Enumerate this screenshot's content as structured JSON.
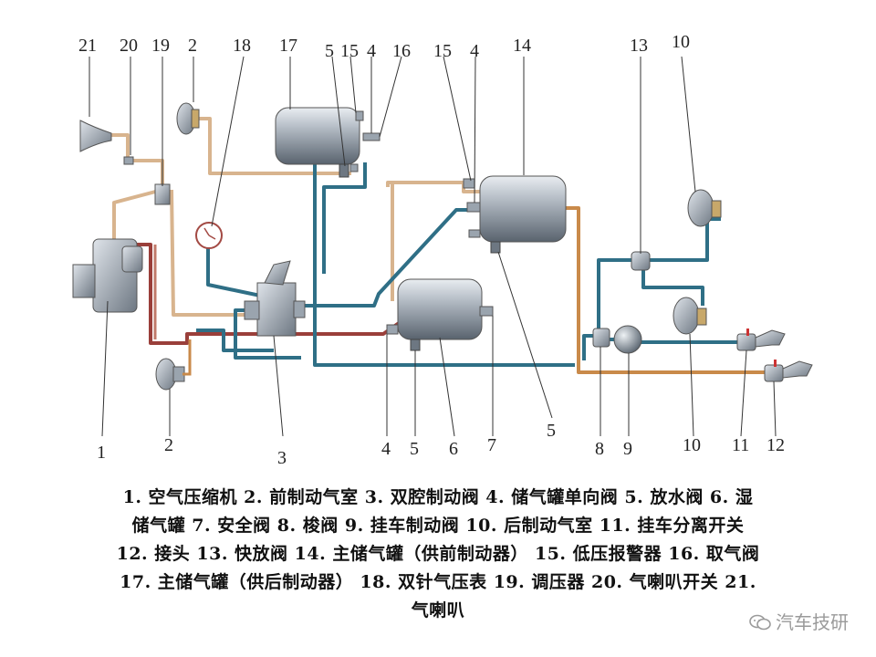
{
  "numbers_top": [
    "21",
    "20",
    "19",
    "2",
    "18",
    "17",
    "5",
    "15",
    "4",
    "16",
    "15",
    "4",
    "14",
    "13",
    "10"
  ],
  "numbers_bottom": [
    "1",
    "2",
    "3",
    "4",
    "5",
    "6",
    "7",
    "5",
    "8",
    "9",
    "10",
    "11",
    "12"
  ],
  "legend": [
    "1. 空气压缩机 2. 前制动气室 3. 双腔制动阀 4. 储气罐单向阀 5. 放水阀 6. 湿",
    "储气罐 7. 安全阀 8. 梭阀 9. 挂车制动阀 10. 后制动气室 11. 挂车分离开关",
    "12. 接头 13. 快放阀 14. 主储气罐（供前制动器） 15. 低压报警器 16. 取气阀",
    "17. 主储气罐（供后制动器） 18. 双针气压表 19. 调压器 20. 气喇叭开关 21.",
    "气喇叭"
  ],
  "watermark": "汽车技研",
  "colors": {
    "pipe_blue": "#2f6f86",
    "pipe_red": "#9a3f3a",
    "pipe_orange": "#c98a4a",
    "pipe_tan": "#d8b48e",
    "tank_gray": "#8a96a2",
    "leader": "#333333"
  }
}
